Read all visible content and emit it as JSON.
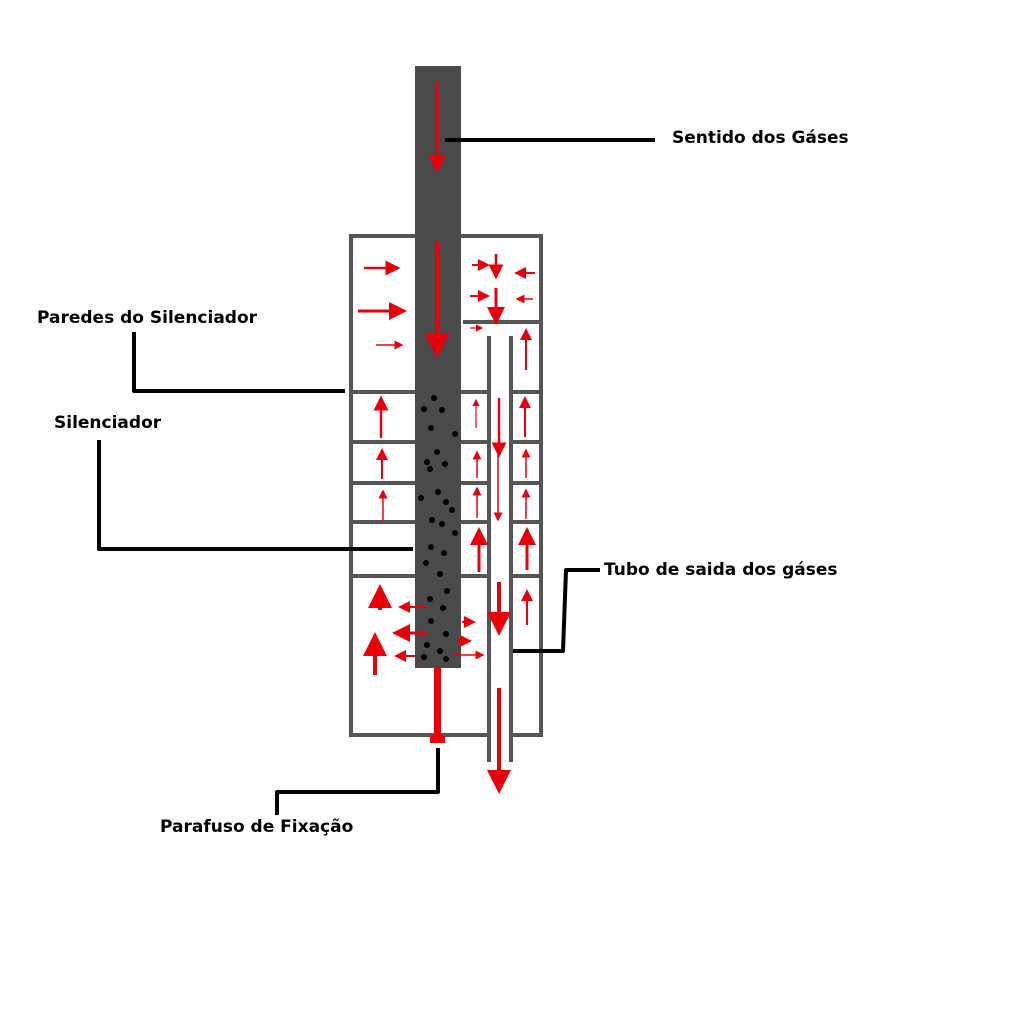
{
  "labels": {
    "gas_direction": "Sentido dos Gáses",
    "silencer_walls": "Paredes do Silenciador",
    "silencer": "Silenciador",
    "exhaust_tube": "Tubo de saida dos gáses",
    "fixing_screw": "Parafuso de Fixação"
  },
  "colors": {
    "tube": "#4a4a4a",
    "walls": "#555555",
    "flow_arrow": "#e8000b",
    "leader_line": "#000000",
    "particles": "#000000",
    "background": "#ffffff"
  }
}
